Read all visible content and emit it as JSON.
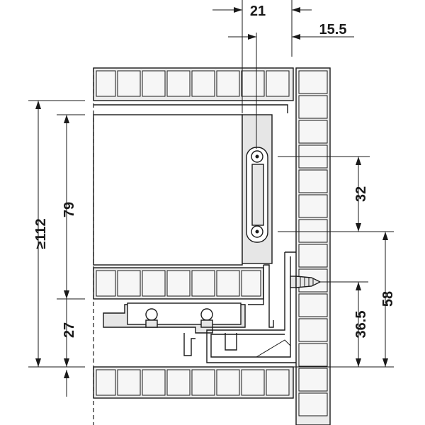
{
  "dimensions": {
    "top_width": "21",
    "top_offset": "15.5",
    "overall_height": "≥112",
    "inner_height": "79",
    "bottom_gap": "27",
    "hole_spacing": "32",
    "right_height": "58",
    "right_lower": "36.5"
  },
  "colors": {
    "line": "#1a1a1a",
    "board_fill": "#ececec",
    "cell_fill": "#f6f6f6"
  }
}
